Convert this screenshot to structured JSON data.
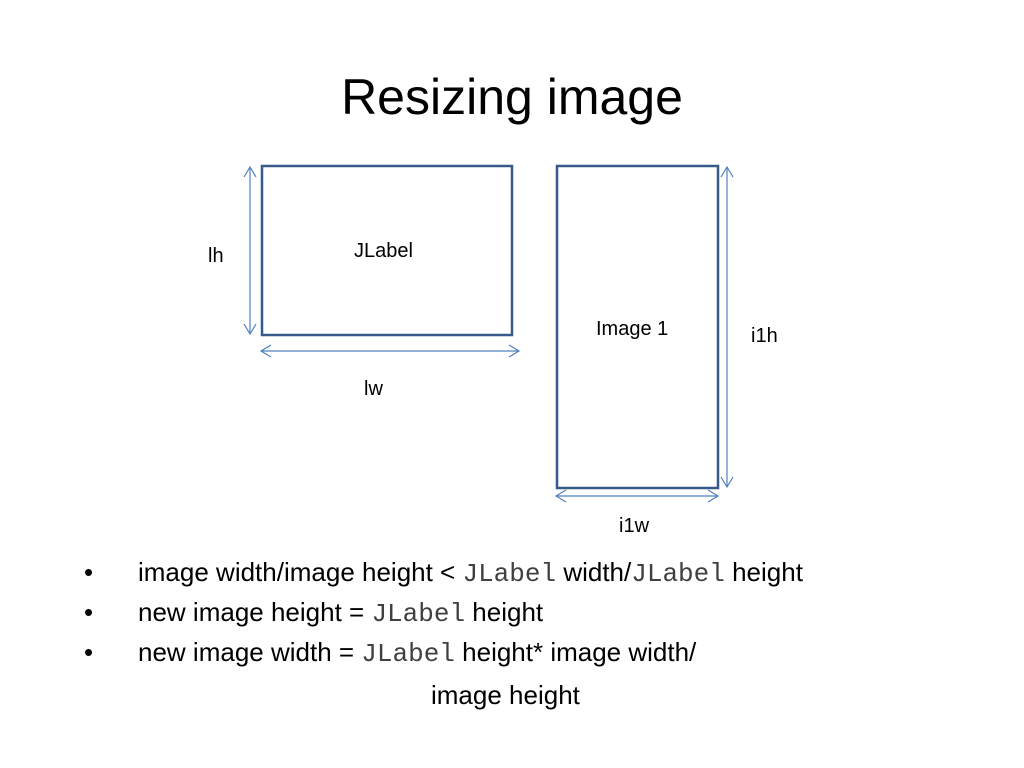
{
  "title": "Resizing image",
  "diagram": {
    "jlabel_box_label": "JLabel",
    "image_box_label": "Image 1",
    "label_height": "lh",
    "label_width": "lw",
    "image_height": "i1h",
    "image_width": "i1w",
    "colors": {
      "box": "#375a8a",
      "arrow": "#4f81bd"
    }
  },
  "bullets": [
    {
      "parts": [
        "image width/image height < ",
        "JLabel",
        " width/",
        "JLabel",
        " height"
      ]
    },
    {
      "parts": [
        "new image height = ",
        "JLabel",
        " height"
      ]
    },
    {
      "parts": [
        "new image width = ",
        "JLabel",
        " height* image width/"
      ],
      "continuation": "image height"
    }
  ],
  "bullet_glyph": "•"
}
